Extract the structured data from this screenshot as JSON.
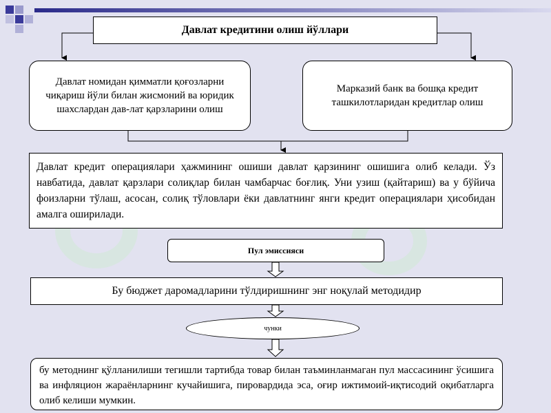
{
  "colors": {
    "background": "#e2e2f0",
    "box_fill": "#ffffff",
    "border": "#000000",
    "corner_squares": "#3a3a9a",
    "header_bar": "#2a2a8a",
    "watermark": "#c7e6cf"
  },
  "title": "Давлат кредитини олиш йўллари",
  "left_box": "Давлат номидан қимматли қоғозларни чиқариш йўли билан жисмоний ва юридик шахслардан дав-лат қарзларини олиш",
  "right_box": "Марказий банк ва бошқа кредит ташкилотларидан  кредитлар олиш",
  "main_box": "Давлат кредит операциялари ҳажмининг ошиши давлат қарзининг ошишига олиб келади. Ўз навбатида, давлат қарзлари солиқлар билан чамбарчас боғлиқ. Уни узиш (қайтариш) ва у бўйича фоизларни тўлаш, асосан, солиқ тўловлари ёки  давлатнинг янги кредит операциялари ҳисобидан амалга оширилади.",
  "emission_box": "Пул эмиссияси",
  "method_box": "Бу бюджет даромадларини тўлдиришнинг энг ноқулай методидир",
  "because_ellipse": "чунки",
  "bottom_box": "бу методнинг қўлланилиши тегишли тартибда товар билан таъминланмаган пул массасининг ўсишига ва инфляцион жараёнларнинг кучайишига, пировардида эса, оғир ижтимоий-иқтисодий оқибатларга олиб келиши мумкин."
}
